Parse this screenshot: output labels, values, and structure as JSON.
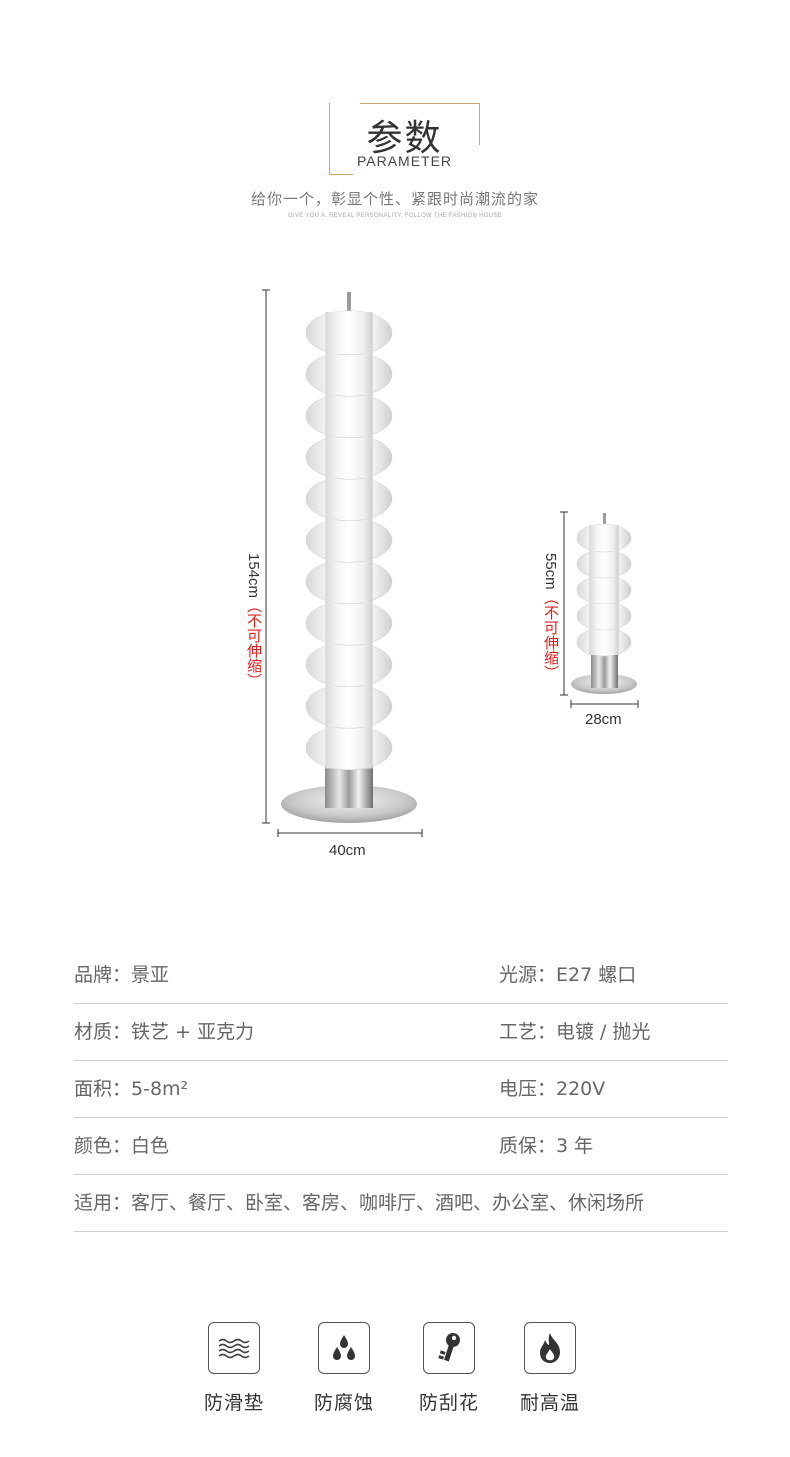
{
  "header": {
    "title_cn": "参数",
    "title_en": "PARAMETER",
    "slogan_cn": "给你一个，彰显个性、紧跟时尚潮流的家",
    "slogan_en": "GIVE YOU A, REVEAL PERSONALITY, FOLLOW THE FASHION HOUSE"
  },
  "products": [
    {
      "height": "154cm",
      "note_open": "（",
      "note": "不可伸缩",
      "note_close": "）",
      "width": "40cm"
    },
    {
      "height": "55cm",
      "note_open": "（",
      "note": "不可伸缩",
      "note_close": "）",
      "width": "28cm"
    }
  ],
  "specs": [
    {
      "left": "品牌：景亚",
      "right": "光源：E27 螺口"
    },
    {
      "left": "材质：铁艺 + 亚克力",
      "right": "工艺：电镀 / 抛光"
    },
    {
      "left": "面积：5-8m²",
      "right": "电压：220V"
    },
    {
      "left": "颜色：白色",
      "right": "质保：3 年"
    },
    {
      "left": "适用：客厅、餐厅、卧室、客房、咖啡厅、酒吧、办公室、休闲场所",
      "right": ""
    }
  ],
  "features": [
    {
      "label": "防滑垫",
      "icon": "waves-icon"
    },
    {
      "label": "防腐蚀",
      "icon": "drops-icon"
    },
    {
      "label": "防刮花",
      "icon": "key-icon"
    },
    {
      "label": "耐高温",
      "icon": "flame-icon"
    }
  ],
  "colors": {
    "accent": "#c9a66b",
    "note_red": "#d22222",
    "divider": "#cfcfcf"
  }
}
